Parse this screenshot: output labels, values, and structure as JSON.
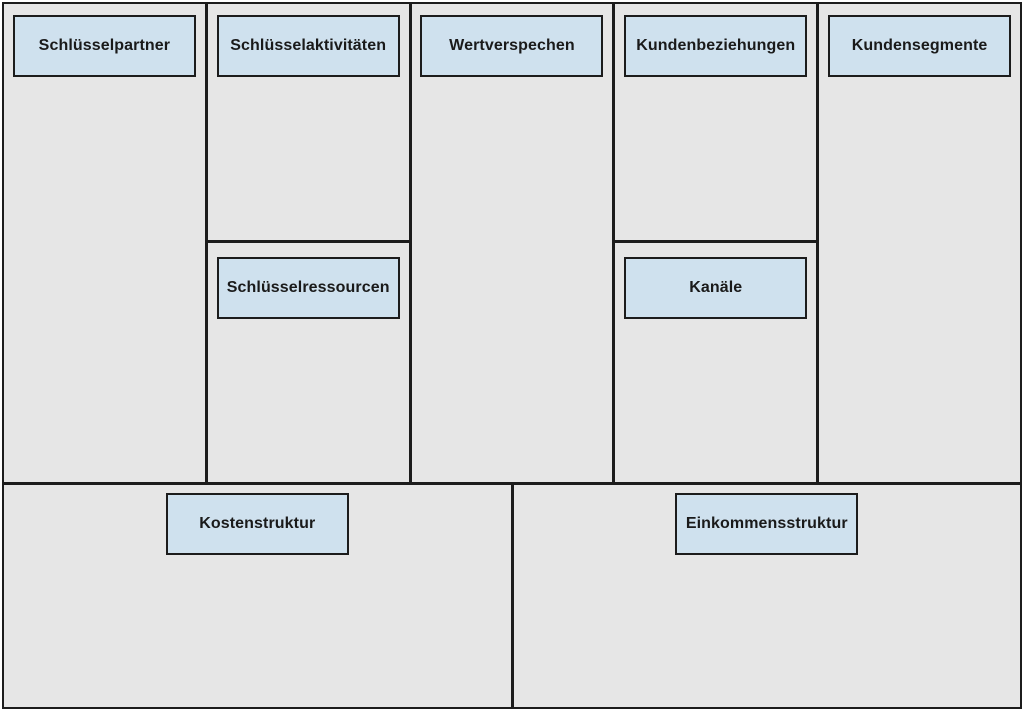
{
  "colors": {
    "page_bg": "#ffffff",
    "cell_bg": "#e6e6e6",
    "label_bg": "#cfe1ee",
    "border": "#1c1c1c",
    "text": "#1a1a1a"
  },
  "sections": {
    "key_partners": {
      "label": "Schlüsselpartner"
    },
    "key_activities": {
      "label": "Schlüsselaktivitäten"
    },
    "key_resources": {
      "label": "Schlüsselressourcen"
    },
    "value_proposition": {
      "label": "Wertverspechen"
    },
    "customer_relationships": {
      "label": "Kundenbeziehungen"
    },
    "channels": {
      "label": "Kanäle"
    },
    "customer_segments": {
      "label": "Kundensegmente"
    },
    "cost_structure": {
      "label": "Kostenstruktur"
    },
    "revenue_structure": {
      "label": "Einkommensstruktur"
    }
  }
}
